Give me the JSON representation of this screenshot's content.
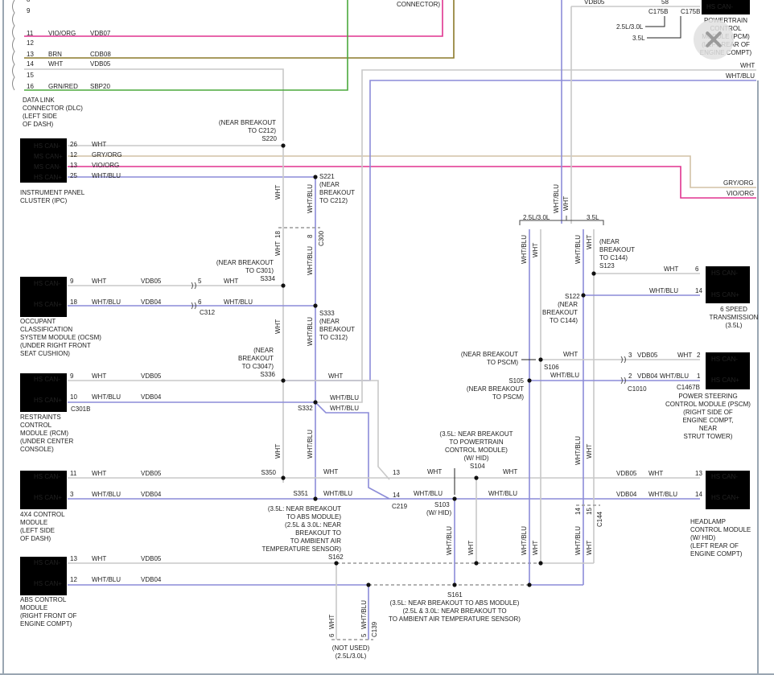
{
  "dlc": {
    "pins": [
      {
        "pin": "8",
        "color": "",
        "circuit": ""
      },
      {
        "pin": "9",
        "color": "",
        "circuit": ""
      },
      {
        "pin": "11",
        "color": "VIO/ORG",
        "circuit": "VDB07"
      },
      {
        "pin": "12",
        "color": "",
        "circuit": ""
      },
      {
        "pin": "13",
        "color": "BRN",
        "circuit": "CDB08"
      },
      {
        "pin": "14",
        "color": "WHT",
        "circuit": "VDB05"
      },
      {
        "pin": "15",
        "color": "",
        "circuit": ""
      },
      {
        "pin": "16",
        "color": "GRN/RED",
        "circuit": "SBP20"
      }
    ],
    "label": [
      "DATA LINK",
      "CONNECTOR (DLC)",
      "(LEFT SIDE",
      "OF DASH)"
    ],
    "top_connector_text": "CONNECTOR)"
  },
  "ipc": {
    "pins": [
      {
        "name": "HS CAN-",
        "pin": "26",
        "color": "WHT"
      },
      {
        "name": "MS CAN+",
        "pin": "12",
        "color": "GRY/ORG"
      },
      {
        "name": "MS CAN-",
        "pin": "13",
        "color": "VIO/ORG"
      },
      {
        "name": "HS CAN+",
        "pin": "25",
        "color": "WHT/BLU"
      }
    ],
    "label": [
      "INSTRUMENT PANEL",
      "CLUSTER (IPC)"
    ]
  },
  "ocsm": {
    "pins": [
      {
        "name": "HS CAN-",
        "pin": "9",
        "color": "WHT",
        "circuit": "VDB05",
        "cpin": "5",
        "ccolor": "WHT"
      },
      {
        "name": "HS CAN+",
        "pin": "18",
        "color": "WHT/BLU",
        "circuit": "VDB04",
        "cpin": "6",
        "ccolor": "WHT/BLU"
      }
    ],
    "connector": "C312",
    "label": [
      "OCCUPANT",
      "CLASSIFICATION",
      "SYSTEM MODULE (OCSM)",
      "(UNDER RIGHT FRONT",
      "SEAT CUSHION)"
    ]
  },
  "rcm": {
    "pins": [
      {
        "name": "HS CAN-",
        "pin": "9",
        "color": "WHT",
        "circuit": "VDB05"
      },
      {
        "name": "HS CAN+",
        "pin": "10",
        "color": "WHT/BLU",
        "circuit": "VDB04"
      }
    ],
    "connector": "C301B",
    "label": [
      "RESTRAINTS",
      "CONTROL",
      "MODULE (RCM)",
      "(UNDER CENTER",
      "CONSOLE)"
    ]
  },
  "fourx4": {
    "pins": [
      {
        "name": "HS CAN-",
        "pin": "11",
        "color": "WHT",
        "circuit": "VDB05"
      },
      {
        "name": "HS CAN+",
        "pin": "3",
        "color": "WHT/BLU",
        "circuit": "VDB04"
      }
    ],
    "label": [
      "4X4 CONTROL",
      "MODULE",
      "(LEFT SIDE",
      "OF DASH)"
    ]
  },
  "abs": {
    "pins": [
      {
        "name": "HS CAN-",
        "pin": "13",
        "color": "WHT",
        "circuit": "VDB05"
      },
      {
        "name": "HS CAN+",
        "pin": "12",
        "color": "WHT/BLU",
        "circuit": "VDB04"
      }
    ],
    "label": [
      "ABS CONTROL",
      "MODULE",
      "(RIGHT FRONT OF",
      "ENGINE COMPT)"
    ]
  },
  "pcm": {
    "name": "HS CAN-",
    "circuit": "VDB05",
    "pin": "58",
    "connectors": [
      "C175B",
      "C175B"
    ],
    "variant_a": "2.5L/3.0L",
    "variant_b": "3.5L",
    "label": [
      "POWERTRAIN",
      "CONTROL",
      "MODULE (PCM)",
      "(LEFT REAR OF",
      "ENGINE COMPT)"
    ],
    "right_wires": [
      "WHT",
      "WHT/BLU"
    ]
  },
  "ms_out": {
    "gry": "GRY/ORG",
    "vio": "VIO/ORG"
  },
  "trans": {
    "pins": [
      {
        "name": "HS CAN-",
        "pin": "6",
        "color": "WHT"
      },
      {
        "name": "HS CAN+",
        "pin": "14",
        "color": "WHT/BLU"
      }
    ],
    "label": [
      "6 SPEED",
      "TRANSMISSION",
      "(3.5L)"
    ]
  },
  "pscm": {
    "pins": [
      {
        "name": "HS CAN-",
        "pin": "2",
        "color": "WHT",
        "circuit": "VDB05",
        "cpin": "3",
        "ccolor": "WHT"
      },
      {
        "name": "HS CAN+",
        "pin": "1",
        "color": "WHT/BLU",
        "circuit": "VDB04",
        "cpin": "2",
        "ccolor": "WHT/BLU"
      }
    ],
    "connectors": [
      "C1010",
      "C1467B"
    ],
    "label": [
      "POWER STEERING",
      "CONTROL MODULE (PSCM)",
      "(RIGHT SIDE OF",
      "ENGINE COMPT,",
      "NEAR",
      "STRUT TOWER)"
    ]
  },
  "headlamp": {
    "pins": [
      {
        "name": "HS CAN-",
        "pin": "13",
        "color": "WHT",
        "circuit": "VDB05"
      },
      {
        "name": "HS CAN+",
        "pin": "14",
        "color": "WHT/BLU",
        "circuit": "VDB04"
      }
    ],
    "label": [
      "HEADLAMP",
      "CONTROL MODULE",
      "(W/ HID)",
      "(LEFT REAR OF",
      "ENGINE COMPT)"
    ]
  },
  "splices": {
    "s220": {
      "id": "S220",
      "note": [
        "(NEAR BREAKOUT",
        "TO C212)"
      ]
    },
    "s221": {
      "id": "S221",
      "note": [
        "(NEAR",
        "BREAKOUT",
        "TO C212)"
      ]
    },
    "s334": {
      "id": "S334",
      "note": [
        "(NEAR BREAKOUT",
        "TO C301)"
      ]
    },
    "s333": {
      "id": "S333",
      "note": [
        "(NEAR",
        "BREAKOUT",
        "TO C312)"
      ]
    },
    "s336": {
      "id": "S336",
      "note": [
        "(NEAR",
        "BREAKOUT",
        "TO C3047)"
      ]
    },
    "s332": {
      "id": "S332"
    },
    "s350": {
      "id": "S350"
    },
    "s351": {
      "id": "S351",
      "note": [
        "(3.5L: NEAR BREAKOUT",
        "TO ABS MODULE)",
        "(2.5L & 3.0L: NEAR",
        "BREAKOUT TO",
        "TO AMBIENT AIR",
        "TEMPERATURE SENSOR)"
      ]
    },
    "s162": {
      "id": "S162"
    },
    "s161": {
      "id": "S161",
      "note": [
        "(3.5L: NEAR BREAKOUT TO ABS MODULE)",
        "(2.5L & 3.0L: NEAR BREAKOUT TO",
        "TO AMBIENT AIR TEMPERATURE SENSOR)"
      ]
    },
    "s103": {
      "id": "S103",
      "note": [
        "(W/ HID)"
      ]
    },
    "s104": {
      "id": "S104",
      "note": [
        "(3.5L: NEAR BREAKOUT",
        "TO POWERTRAIN",
        "CONTROL MODULE)",
        "(W/ HID)"
      ]
    },
    "s106": {
      "id": "S106",
      "note": [
        "(NEAR BREAKOUT",
        "TO PSCM)"
      ]
    },
    "s105": {
      "id": "S105",
      "note": [
        "(NEAR BREAKOUT",
        "TO PSCM)"
      ]
    },
    "s122": {
      "id": "S122",
      "note": [
        "(NEAR",
        "BREAKOUT",
        "TO C144)"
      ]
    },
    "s123": {
      "id": "S123",
      "note": [
        "(NEAR",
        "BREAKOUT",
        "TO C144)"
      ]
    }
  },
  "connectors": {
    "c300": {
      "id": "C300",
      "p_wht": "18",
      "p_blu": "8"
    },
    "c219": {
      "id": "C219",
      "p_wht": "13",
      "p_blu": "14"
    },
    "c144": {
      "id": "C144",
      "p_wht": "15",
      "p_blu": "14"
    },
    "c139": {
      "id": "C139",
      "p_wht": "6",
      "p_blu": "5",
      "note": [
        "(NOT USED)",
        "(2.5L/3.0L)"
      ]
    }
  },
  "variants": {
    "left": "2.5L/3.0L",
    "right": "3.5L"
  },
  "wire_colors": {
    "wht": "WHT",
    "blu": "WHT/BLU"
  },
  "colors": {
    "wht_wire": "#c8c8c8",
    "blu_wire": "#8c8cd8",
    "vio_wire": "#e0338f",
    "brn_wire": "#8c7a2a",
    "grn_wire": "#4aa83c",
    "gry_wire": "#d2c2a6",
    "module_fill": "#e9f3fb",
    "frame_border": "#9aa6b2"
  }
}
